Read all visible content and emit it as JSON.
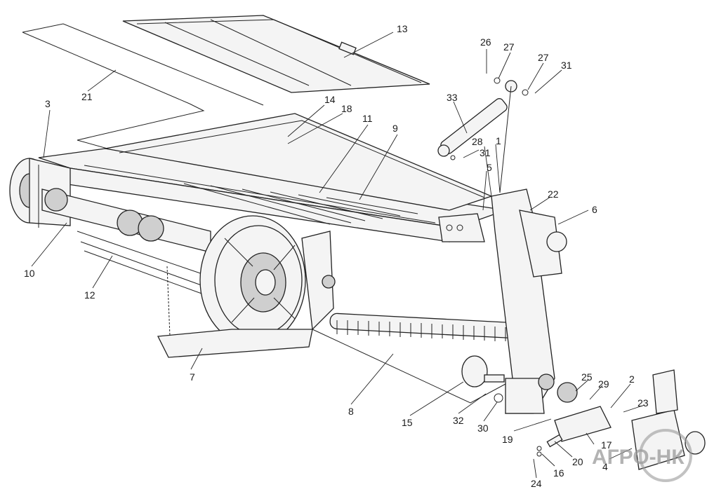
{
  "diagram": {
    "callouts": [
      {
        "id": "c1",
        "label": "1"
      },
      {
        "id": "c2",
        "label": "2"
      },
      {
        "id": "c3",
        "label": "3"
      },
      {
        "id": "c4",
        "label": "4"
      },
      {
        "id": "c5",
        "label": "5"
      },
      {
        "id": "c6",
        "label": "6"
      },
      {
        "id": "c7",
        "label": "7"
      },
      {
        "id": "c8",
        "label": "8"
      },
      {
        "id": "c9",
        "label": "9"
      },
      {
        "id": "c10",
        "label": "10"
      },
      {
        "id": "c11",
        "label": "11"
      },
      {
        "id": "c12",
        "label": "12"
      },
      {
        "id": "c13",
        "label": "13"
      },
      {
        "id": "c14",
        "label": "14"
      },
      {
        "id": "c15",
        "label": "15"
      },
      {
        "id": "c16",
        "label": "16"
      },
      {
        "id": "c17",
        "label": "17"
      },
      {
        "id": "c18",
        "label": "18"
      },
      {
        "id": "c19",
        "label": "19"
      },
      {
        "id": "c20",
        "label": "20"
      },
      {
        "id": "c21",
        "label": "21"
      },
      {
        "id": "c22",
        "label": "22"
      },
      {
        "id": "c23",
        "label": "23"
      },
      {
        "id": "c24",
        "label": "24"
      },
      {
        "id": "c25",
        "label": "25"
      },
      {
        "id": "c26",
        "label": "26"
      },
      {
        "id": "c27a",
        "label": "27"
      },
      {
        "id": "c27b",
        "label": "27"
      },
      {
        "id": "c28",
        "label": "28"
      },
      {
        "id": "c29",
        "label": "29"
      },
      {
        "id": "c30",
        "label": "30"
      },
      {
        "id": "c31a",
        "label": "31"
      },
      {
        "id": "c31b",
        "label": "31"
      },
      {
        "id": "c32",
        "label": "32"
      },
      {
        "id": "c33",
        "label": "33"
      }
    ]
  },
  "watermark": {
    "text": "АГРО-НК"
  }
}
